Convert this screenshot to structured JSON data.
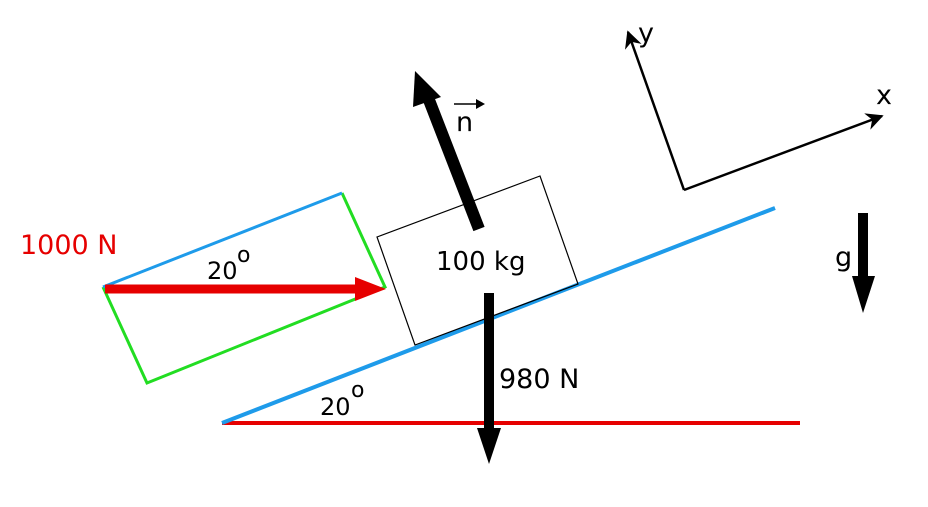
{
  "labels": {
    "applied_force": "1000 N",
    "applied_angle": "20",
    "applied_angle_unit": "o",
    "mass": "100 kg",
    "weight": "980 N",
    "normal": "n",
    "incline_angle": "20",
    "incline_angle_unit": "o",
    "gravity": "g",
    "axis_x": "x",
    "axis_y": "y"
  },
  "colors": {
    "incline": "#1e9bea",
    "ground": "#e60000",
    "applied_force": "#e60000",
    "components_box": "#22dd22",
    "components_top": "#1e9bea",
    "arrow": "#000000",
    "block": "#000000"
  }
}
